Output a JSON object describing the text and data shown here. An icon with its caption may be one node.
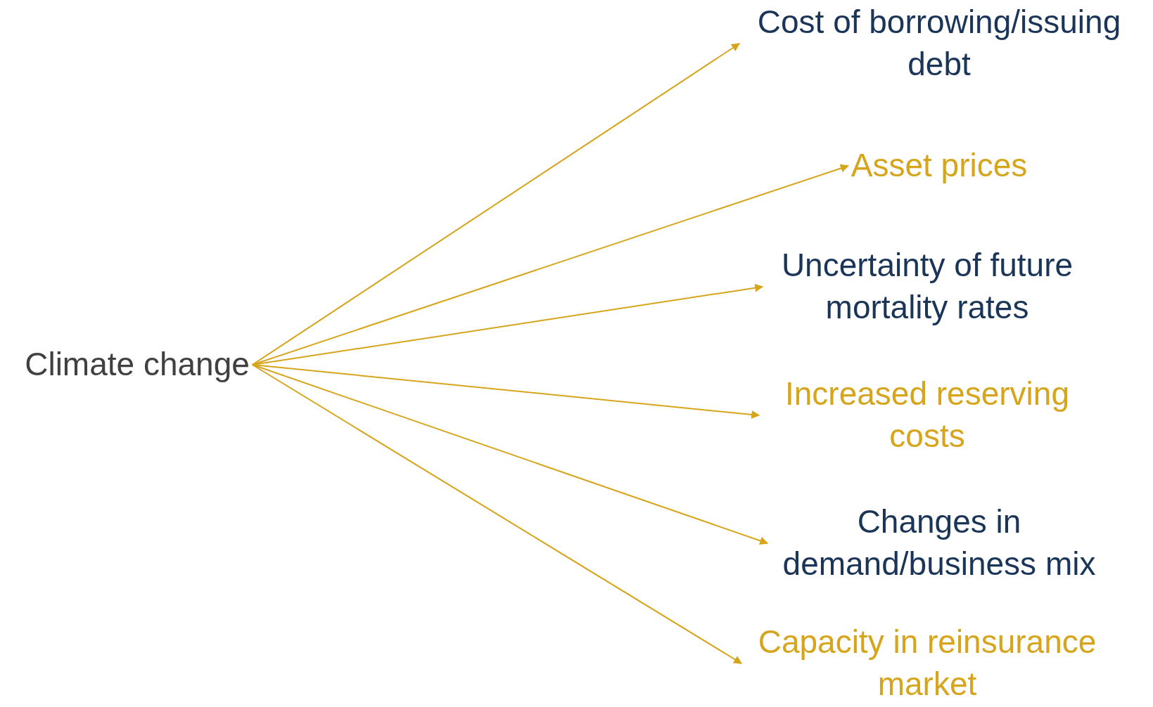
{
  "diagram": {
    "nodes": [
      {
        "text": [
          "Climate change"
        ]
      },
      {
        "text": [
          "Cost of borrowing/issuing debt"
        ]
      },
      {
        "text": [
          "Asset prices"
        ]
      },
      {
        "text": [
          "Uncertainty of future mortality rates"
        ]
      },
      {
        "text": [
          "Increased reserving costs"
        ]
      },
      {
        "text": [
          "Changes in demand/business mix"
        ]
      },
      {
        "text": [
          "Capacity in reinsurance market"
        ]
      }
    ],
    "edges": [
      {
        "from": 0,
        "to": 1,
        "arrow": "to"
      },
      {
        "from": 0,
        "to": 2,
        "arrow": "to"
      },
      {
        "from": 0,
        "to": 3,
        "arrow": "to"
      },
      {
        "from": 0,
        "to": 4,
        "arrow": "to"
      },
      {
        "from": 0,
        "to": 5,
        "arrow": "to"
      },
      {
        "from": 0,
        "to": 6,
        "arrow": "to"
      }
    ]
  }
}
